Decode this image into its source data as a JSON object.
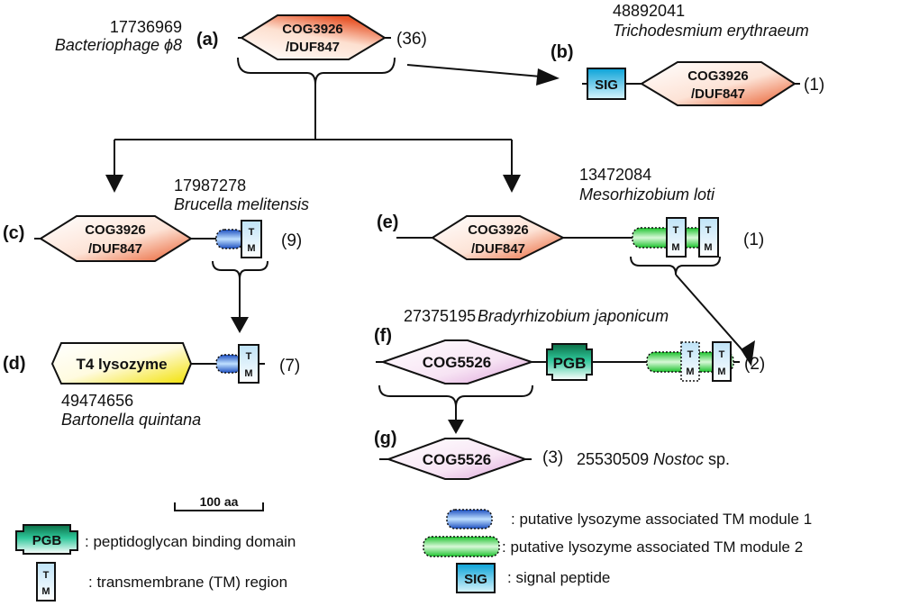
{
  "figure": {
    "panels": {
      "a": {
        "label": "(a)",
        "id": "17736969",
        "species": "Bacteriophage ϕ8",
        "domain_line1": "COG3926",
        "domain_line2": "/DUF847",
        "count": "(36)"
      },
      "b": {
        "label": "(b)",
        "id": "48892041",
        "species": "Trichodesmium erythraeum",
        "sig": "SIG",
        "domain_line1": "COG3926",
        "domain_line2": "/DUF847",
        "count": "(1)"
      },
      "c": {
        "label": "(c)",
        "id": "17987278",
        "species": "Brucella melitensis",
        "domain_line1": "COG3926",
        "domain_line2": "/DUF847",
        "count": "(9)"
      },
      "d": {
        "label": "(d)",
        "id": "49474656",
        "species": "Bartonella quintana",
        "domain": "T4 lysozyme",
        "count": "(7)"
      },
      "e": {
        "label": "(e)",
        "id": "13472084",
        "species": "Mesorhizobium loti",
        "domain_line1": "COG3926",
        "domain_line2": "/DUF847",
        "count": "(1)"
      },
      "f": {
        "label": "(f)",
        "id": "27375195",
        "species": "Bradyrhizobium japonicum",
        "domain": "COG5526",
        "pgb": "PGB",
        "count": "(2)"
      },
      "g": {
        "label": "(g)",
        "id": "25530509",
        "species": "Nostoc",
        "species_suffix": " sp.",
        "domain": "COG5526",
        "count": "(3)"
      }
    },
    "tm_top": "T",
    "tm_bottom": "M",
    "scale_bar": "100 aa",
    "legend": [
      {
        "key": "pgb",
        "symbol": "PGB",
        "text": ": peptidoglycan binding domain"
      },
      {
        "key": "tm",
        "symbol": "TM",
        "text": ": transmembrane (TM) region"
      },
      {
        "key": "module1",
        "text": ": putative lysozyme associated TM module 1"
      },
      {
        "key": "module2",
        "text": ": putative lysozyme associated TM module 2"
      },
      {
        "key": "sig",
        "symbol": "SIG",
        "text": ": signal peptide"
      }
    ],
    "colors": {
      "cog3926": "#e85a2a",
      "cog5526": "#e6a6e0",
      "t4lysozyme": "#f2e100",
      "module1": "#2a6fe0",
      "module2": "#2bd13a",
      "pgb": "#0f8a5a",
      "sig": "#17a9d6",
      "tm": "#c9e6f5"
    }
  }
}
